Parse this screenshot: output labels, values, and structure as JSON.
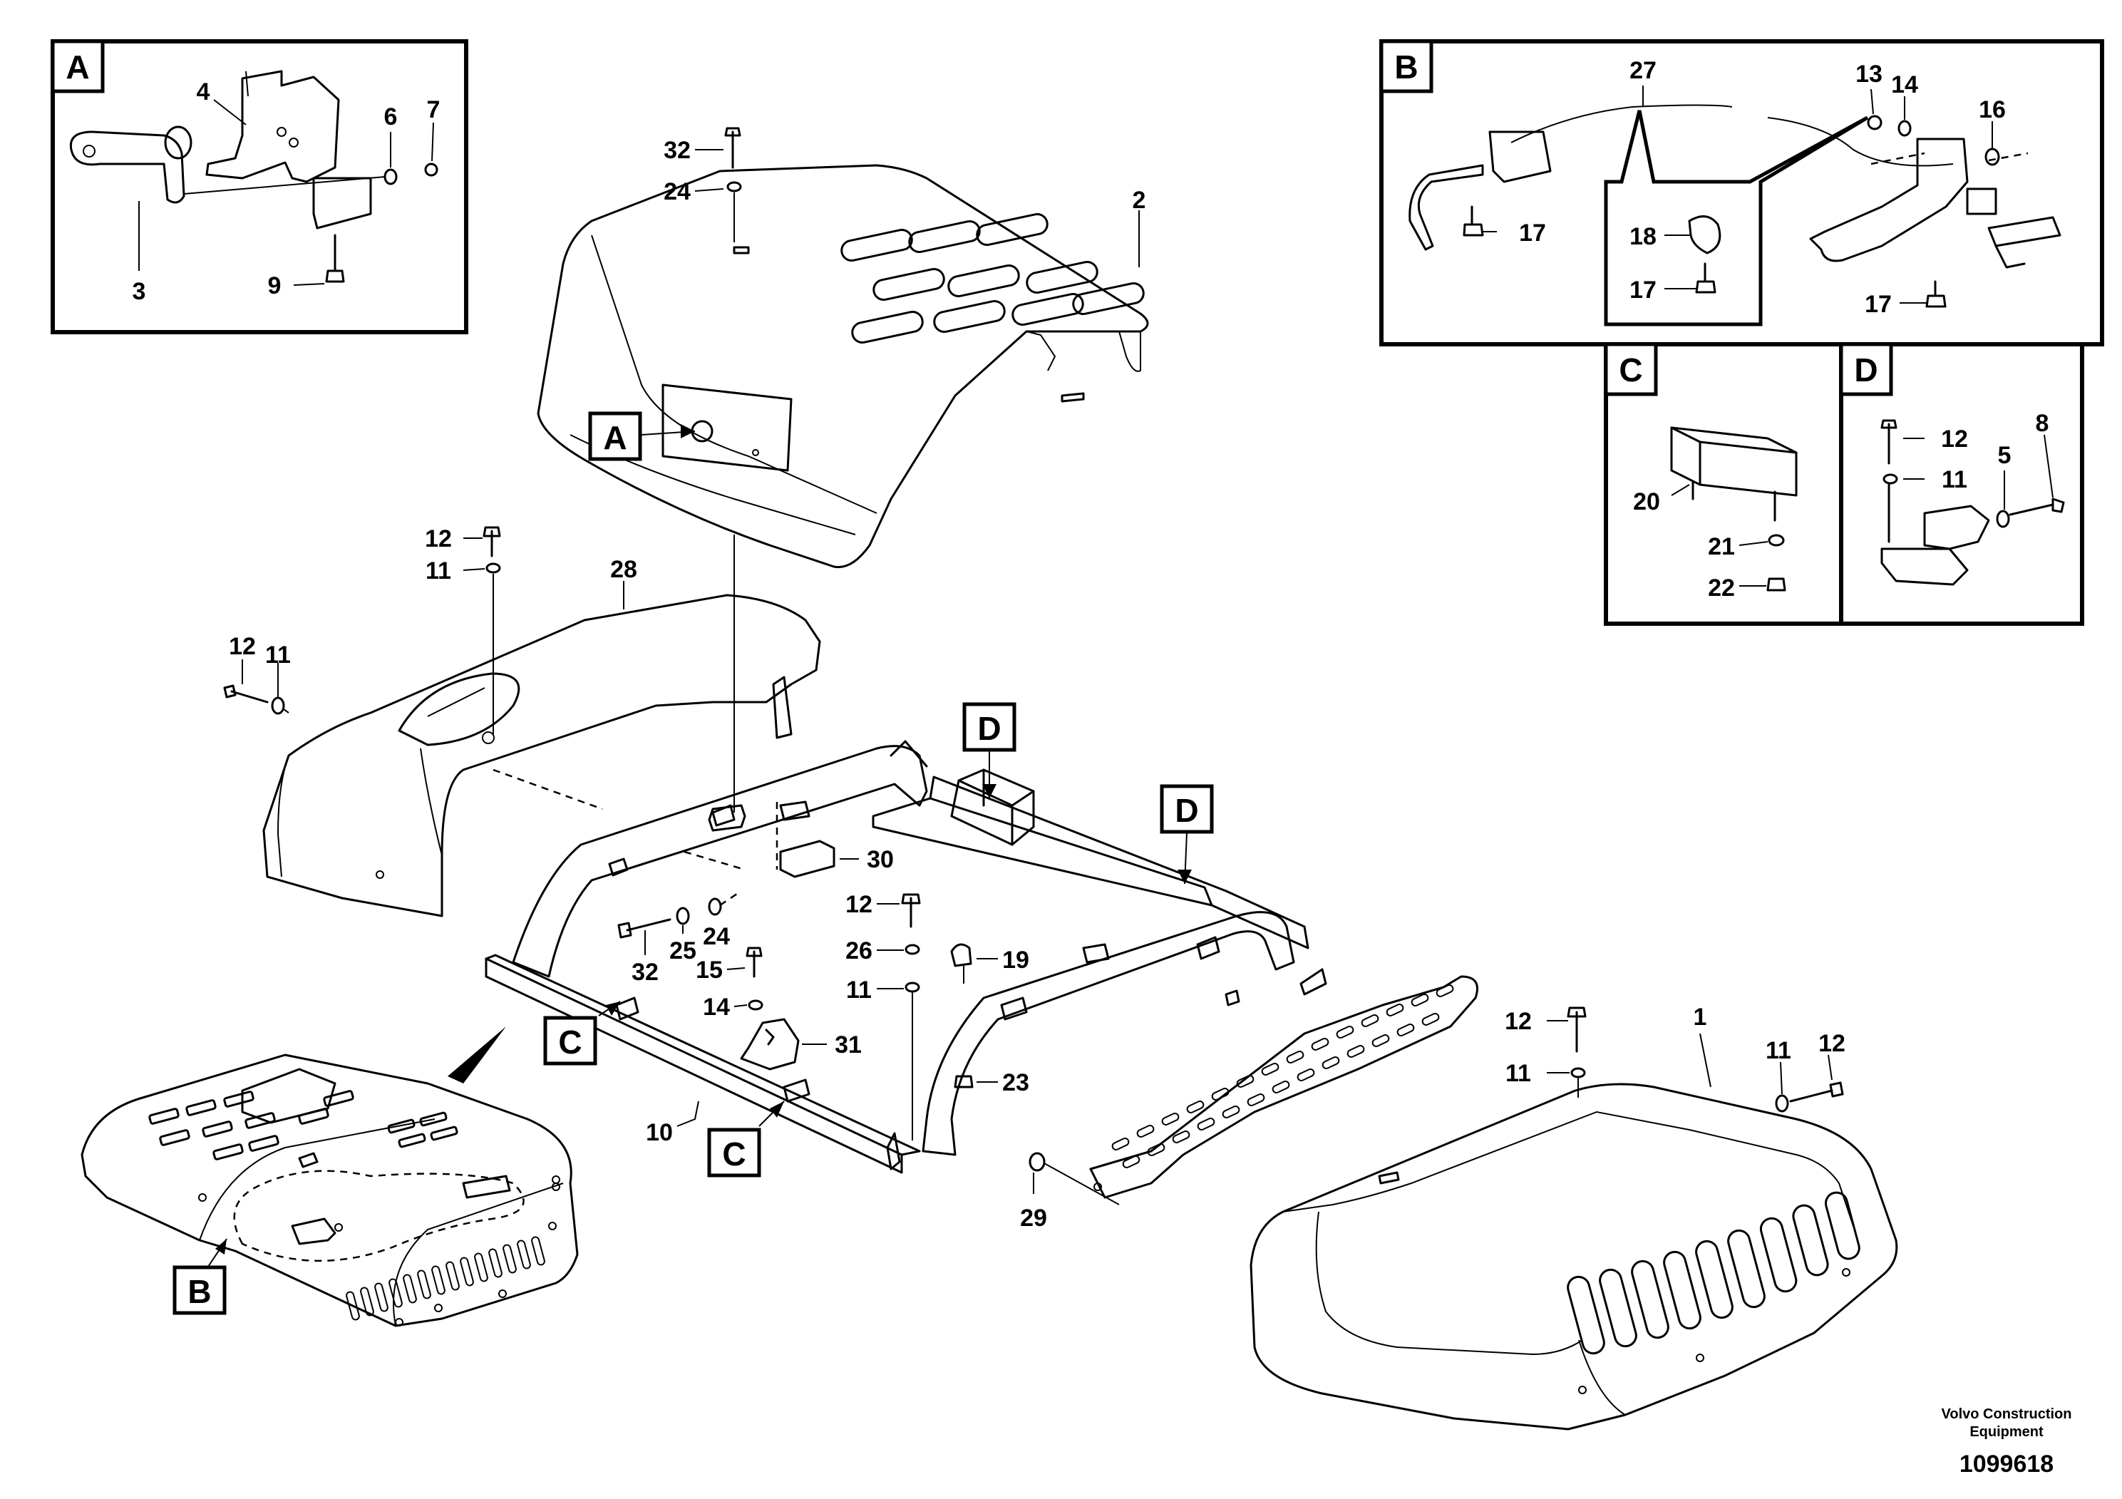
{
  "insets": [
    {
      "id": "A",
      "label": "A"
    },
    {
      "id": "B",
      "label": "B"
    },
    {
      "id": "C",
      "label": "C"
    },
    {
      "id": "D",
      "label": "D"
    }
  ],
  "tags": {
    "A": "A",
    "B": "B",
    "C1": "C",
    "C2": "C",
    "D1": "D",
    "D2": "D"
  },
  "callouts": {
    "a4": "4",
    "a3": "3",
    "a6": "6",
    "a7": "7",
    "a9": "9",
    "b27": "27",
    "b13": "13",
    "b14": "14",
    "b16": "16",
    "b17a": "17",
    "b18": "18",
    "b17b": "17",
    "b17c": "17",
    "c20": "20",
    "c21": "21",
    "c22": "22",
    "d12": "12",
    "d11": "11",
    "d5": "5",
    "d8": "8",
    "m32a": "32",
    "m24a": "24",
    "m2": "2",
    "m12a": "12",
    "m11a": "11",
    "m28": "28",
    "m12b": "12",
    "m11b": "11",
    "m30": "30",
    "m12c": "12",
    "m26": "26",
    "m11c": "11",
    "m32b": "32",
    "m25": "25",
    "m24b": "24",
    "m15": "15",
    "m14": "14",
    "m31": "31",
    "m19": "19",
    "m23": "23",
    "m10": "10",
    "m12d": "12",
    "m11d": "11",
    "m1": "1",
    "m11e": "11",
    "m12e": "12",
    "m29": "29"
  },
  "footer": {
    "line1": "Volvo Construction",
    "line2": "Equipment",
    "number": "1099618"
  }
}
